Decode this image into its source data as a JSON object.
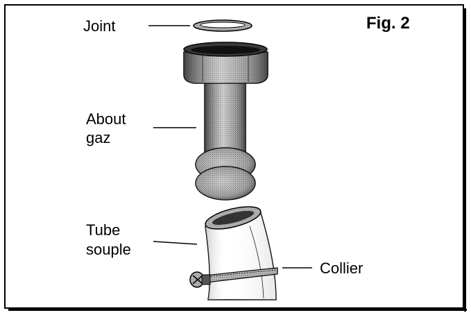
{
  "figure": {
    "title": "Fig. 2",
    "labels": {
      "joint": "Joint",
      "about_line1": "About",
      "about_line2": "gaz",
      "tube_line1": "Tube",
      "tube_line2": "souple",
      "collier": "Collier"
    }
  }
}
